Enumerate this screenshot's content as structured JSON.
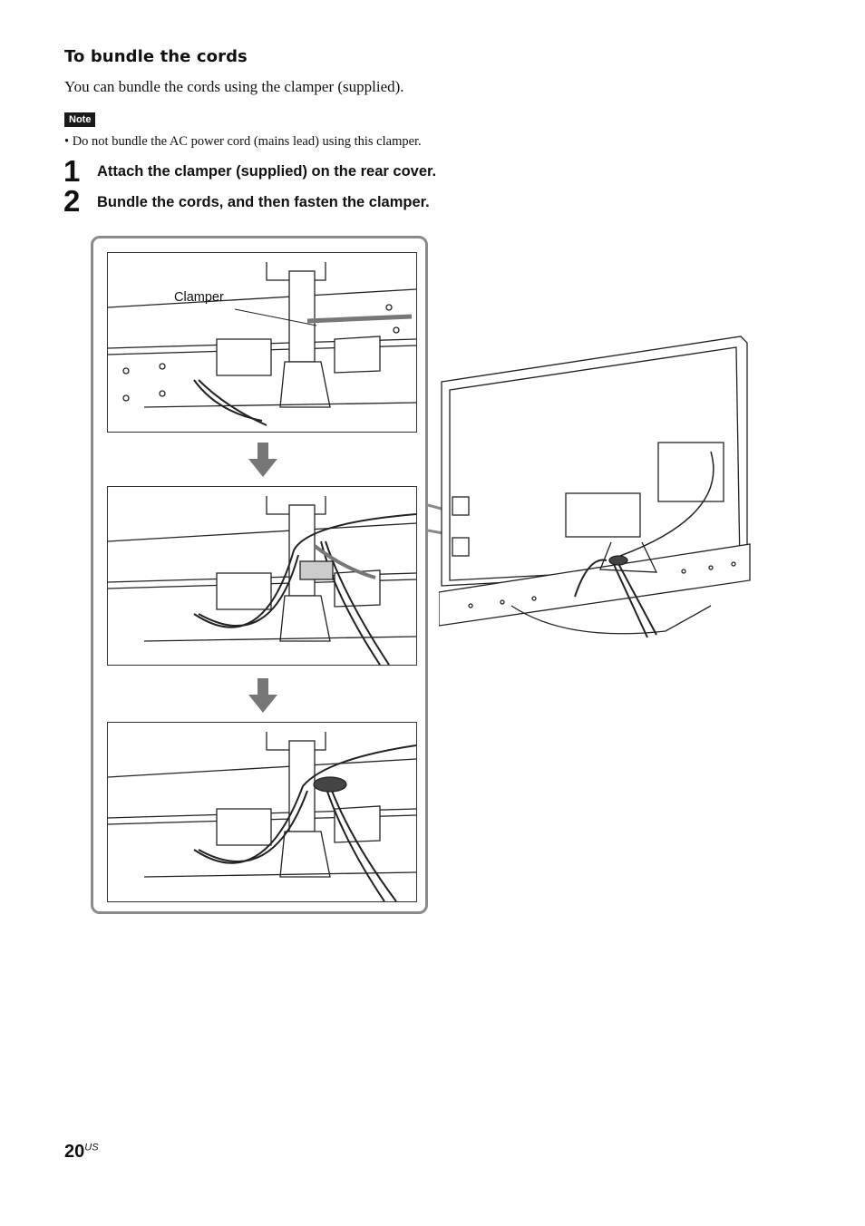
{
  "section": {
    "title": "To bundle the cords",
    "intro": "You can bundle the cords using the clamper (supplied)."
  },
  "note": {
    "badge": "Note",
    "text": "• Do not bundle the AC power cord (mains lead) using this clamper."
  },
  "steps": [
    {
      "number": "1",
      "text": "Attach the clamper (supplied) on the rear cover."
    },
    {
      "number": "2",
      "text": "Bundle the cords, and then fasten the clamper."
    }
  ],
  "figure": {
    "callout_label": "Clamper"
  },
  "footer": {
    "page_number": "20",
    "region": "US"
  }
}
